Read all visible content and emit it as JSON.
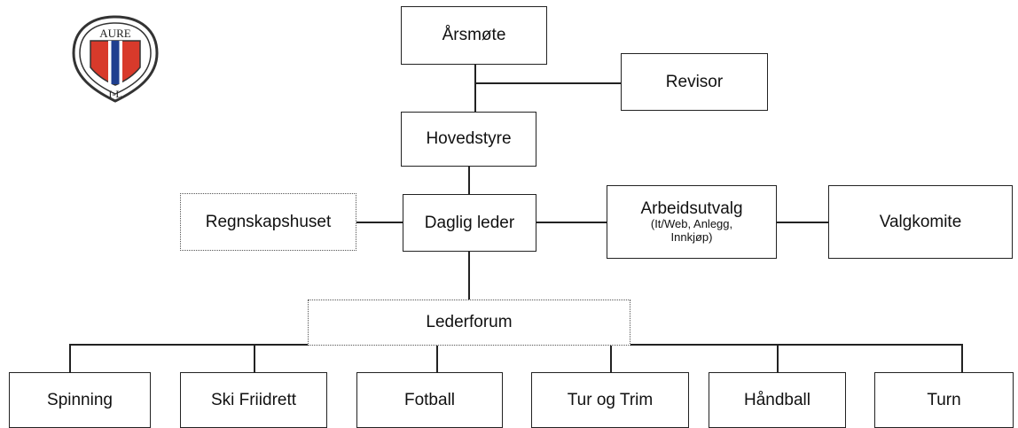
{
  "logo": {
    "top_text": "AURE",
    "bottom_text": "I-L",
    "colors": {
      "red": "#d83a2b",
      "blue": "#1f3f8f",
      "white": "#ffffff",
      "outline": "#333333"
    }
  },
  "nodes": {
    "arsmote": "Årsmøte",
    "revisor": "Revisor",
    "hovedstyre": "Hovedstyre",
    "regnskapshuset": "Regnskapshuset",
    "daglig_leder": "Daglig leder",
    "arbeidsutvalg": {
      "title": "Arbeidsutvalg",
      "subtitle_line1": "(It/Web, Anlegg,",
      "subtitle_line2": "Innkjøp)"
    },
    "valgkomite": "Valgkomite",
    "lederforum": "Lederforum"
  },
  "groups": [
    "Spinning",
    "Ski Friidrett",
    "Fotball",
    "Tur og Trim",
    "Håndball",
    "Turn"
  ]
}
